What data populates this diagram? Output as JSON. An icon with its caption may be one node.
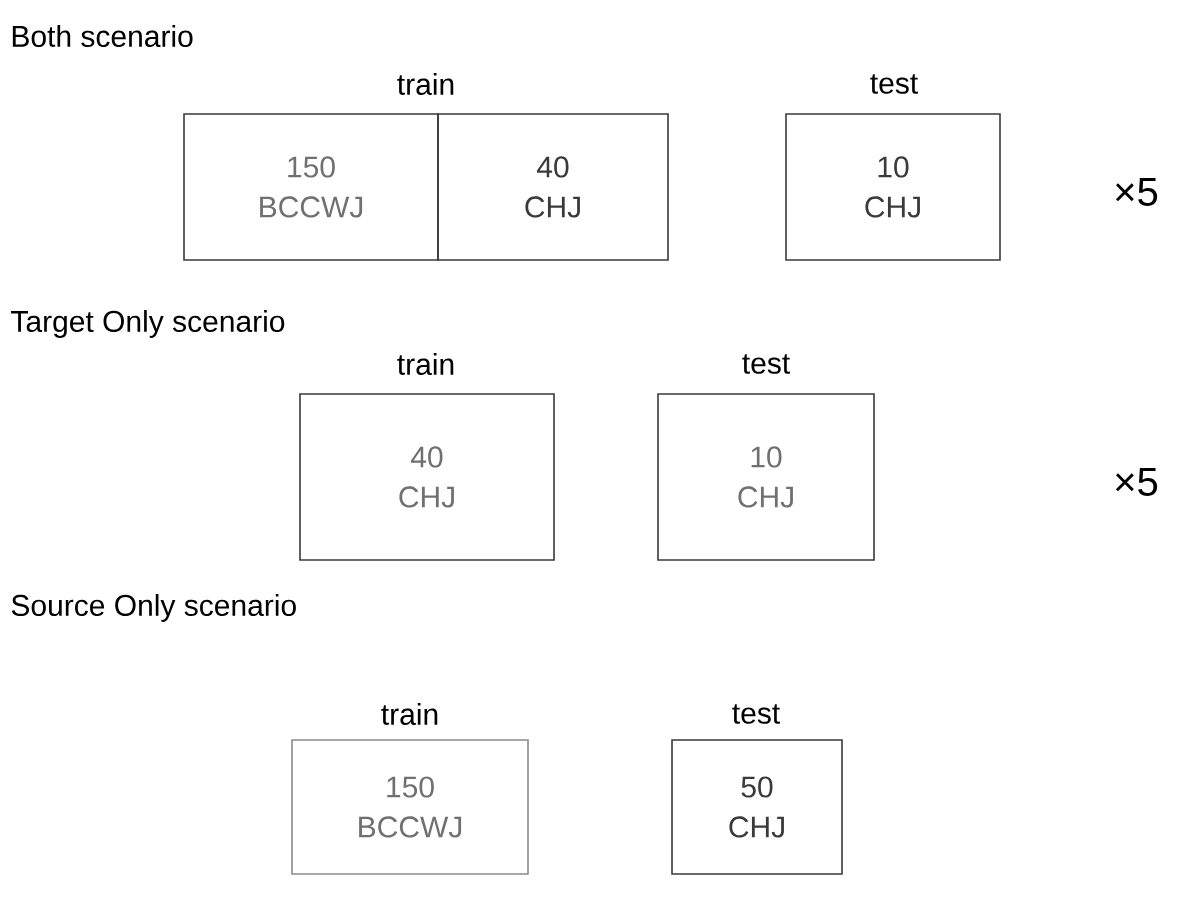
{
  "diagram": {
    "nodes": [
      {
        "text": [
          "150",
          "BCCWJ"
        ]
      },
      {
        "text": [
          "40",
          "CHJ"
        ]
      },
      {
        "text": [
          "10",
          "CHJ"
        ]
      },
      {
        "text": [
          "40",
          "CHJ"
        ]
      },
      {
        "text": [
          "10",
          "CHJ"
        ]
      },
      {
        "text": [
          "150",
          "BCCWJ"
        ]
      },
      {
        "text": [
          "50",
          "CHJ"
        ]
      }
    ],
    "labels": [
      "Both scenario",
      "train",
      "test",
      "×5",
      "Target Only scenario",
      "train",
      "test",
      "×5",
      "Source Only scenario",
      "train",
      "test"
    ]
  }
}
